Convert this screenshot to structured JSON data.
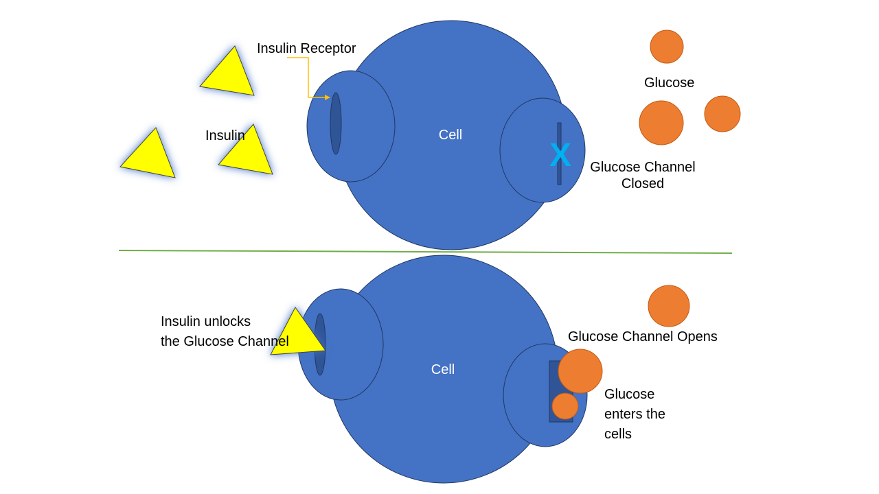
{
  "colors": {
    "cell_fill": "#4472c4",
    "cell_stroke": "#203864",
    "receptor_fill": "#2f5597",
    "insulin_fill": "#ffff00",
    "insulin_glow": "#4472c4",
    "glucose_fill": "#ed7d31",
    "glucose_stroke": "#c55a11",
    "divider": "#70ad47",
    "pointer": "#ffc000",
    "closed_mark": "#00b0f0"
  },
  "top_panel": {
    "cell_label": "Cell",
    "receptor_label": "Insulin Receptor",
    "insulin_label": "Insulin",
    "glucose_label": "Glucose",
    "channel_label_line1": "Glucose Channel",
    "channel_label_line2": "Closed",
    "closed_mark": "X"
  },
  "bottom_panel": {
    "cell_label": "Cell",
    "unlock_label_line1": "Insulin unlocks",
    "unlock_label_line2": "the Glucose Channel",
    "channel_opens_label": "Glucose Channel Opens",
    "enter_label_line1": "Glucose",
    "enter_label_line2": "enters the",
    "enter_label_line3": "cells"
  }
}
